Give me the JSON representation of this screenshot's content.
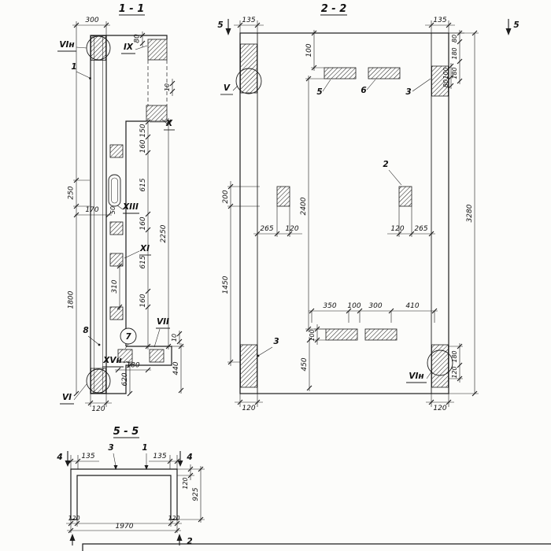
{
  "s11": {
    "title": "1 - 1",
    "labels": {
      "vi_top": "VIн",
      "item_1": "1",
      "ix": "IX",
      "x": "X",
      "xiii": "XIII",
      "xi": "XI",
      "vii": "VII",
      "xv_n": "XVн",
      "vi_bottom": "VI",
      "item_7": "7",
      "item_8": "8"
    },
    "dims": {
      "top_300": "300",
      "top_80": "80",
      "step_10": "10",
      "c150": "150",
      "c160a": "160",
      "c615a": "615",
      "c160b": "160",
      "c615b": "615",
      "c160c": "160",
      "c50": "50",
      "c170": "170",
      "c310": "310",
      "overall_2250": "2250",
      "left_250": "250",
      "left_1800": "1800",
      "bot_180": "180",
      "bot_620": "620",
      "bot_440": "440",
      "bot_10": "10",
      "bot_120": "120"
    }
  },
  "s22": {
    "title": "2 - 2",
    "cut_left": "5",
    "cut_right": "5",
    "labels": {
      "v": "V",
      "item_5": "5",
      "item_6": "6",
      "item_3_top": "3",
      "item_2": "2",
      "item_3_bottom": "3",
      "vi_n": "VIн"
    },
    "dims": {
      "top_135_l": "135",
      "top_135_r": "135",
      "top_100": "100",
      "r_80": "80",
      "r_180a": "180",
      "r_180b": "180",
      "r_100": "100",
      "r_80b": "80",
      "left_200": "200",
      "left_1450": "1450",
      "mid_2400": "2400",
      "overall_3280": "3280",
      "m_265l": "265",
      "m_120l": "120",
      "m_120r": "120",
      "m_265r": "265",
      "b_350": "350",
      "b_100": "100",
      "b_300": "300",
      "b_410": "410",
      "b_100v": "100",
      "b_450": "450",
      "rb_180": "180",
      "rb_120": "120",
      "bot_120_l": "120",
      "bot_120_r": "120"
    }
  },
  "s55": {
    "title": "5 - 5",
    "cut_left": "4",
    "cut_right": "4",
    "cut_bottom": "2",
    "labels": {
      "item_3": "3",
      "item_1": "1"
    },
    "dims": {
      "top_135_l": "135",
      "top_135_r": "135",
      "r_120": "120",
      "r_925": "925",
      "b_120_l": "120",
      "b_1970": "1970",
      "b_120_r": "120"
    }
  }
}
